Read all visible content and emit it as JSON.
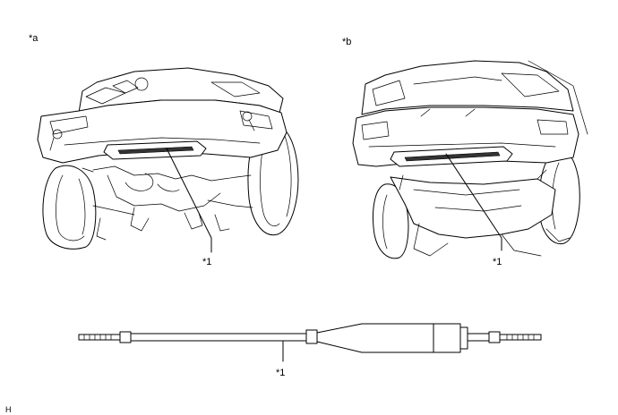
{
  "labels": {
    "view_a": "*a",
    "view_b": "*b",
    "callout_a": "*1",
    "callout_b": "*1",
    "callout_cable": "*1",
    "corner_code": "H"
  },
  "colors": {
    "line": "#000000",
    "background": "#ffffff"
  }
}
